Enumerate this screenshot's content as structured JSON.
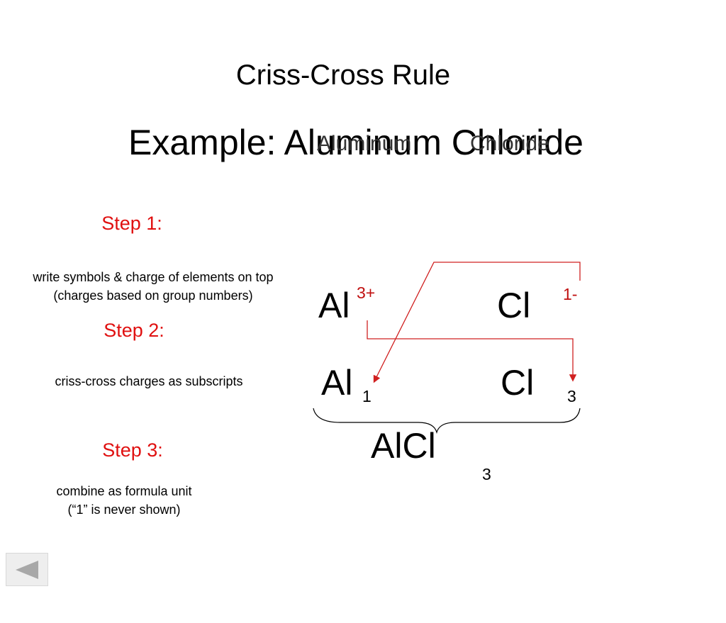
{
  "slide": {
    "title": "Criss-Cross Rule",
    "example": "Example:  Aluminum Chloride",
    "overlay_left": "Aluminum",
    "overlay_right": "Chloride"
  },
  "steps": [
    {
      "label": "Step 1:",
      "desc_line1": "write symbols & charge of elements on top",
      "desc_line2": "(charges based on group numbers)"
    },
    {
      "label": "Step 2:",
      "desc_line1": "criss-cross charges as subscripts"
    },
    {
      "label": "Step 3:",
      "desc_line1": "combine as formula unit",
      "desc_line2": "(“1” is never shown)"
    }
  ],
  "diagram": {
    "row1": {
      "left_symbol": "Al",
      "left_charge": "3+",
      "right_symbol": "Cl",
      "right_charge": "1-"
    },
    "row2": {
      "left_symbol": "Al",
      "left_sub": "1",
      "right_symbol": "Cl",
      "right_sub": "3"
    },
    "result": {
      "formula": "AlCl",
      "sub": "3"
    },
    "arrow_color": "#d02020"
  },
  "nav": {
    "icon": "left-arrow-icon"
  }
}
